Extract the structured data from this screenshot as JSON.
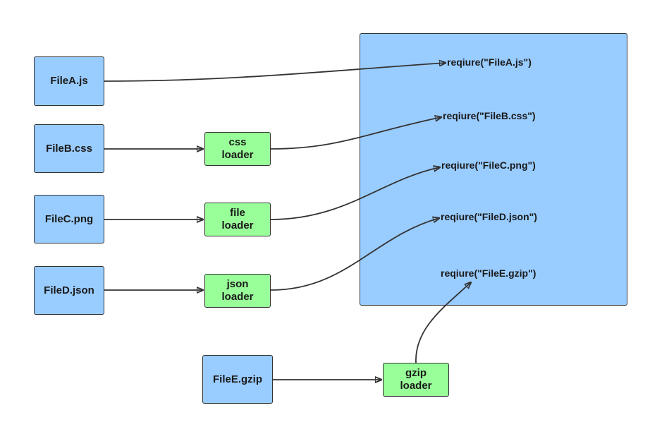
{
  "files": [
    {
      "id": "a",
      "label": "FileA.js"
    },
    {
      "id": "b",
      "label": "FileB.css"
    },
    {
      "id": "c",
      "label": "FileC.png"
    },
    {
      "id": "d",
      "label": "FileD.json"
    },
    {
      "id": "e",
      "label": "FileE.gzip"
    }
  ],
  "loaders": [
    {
      "id": "css",
      "line1": "css",
      "line2": "loader"
    },
    {
      "id": "file",
      "line1": "file",
      "line2": "loader"
    },
    {
      "id": "json",
      "line1": "json",
      "line2": "loader"
    },
    {
      "id": "gzip",
      "line1": "gzip",
      "line2": "loader"
    }
  ],
  "bundle": {
    "requires": [
      "reqiure(\"FileA.js\")",
      "reqiure(\"FileB.css\")",
      "reqiure(\"FileC.png\")",
      "reqiure(\"FileD.json\")",
      "reqiure(\"FileE.gzip\")"
    ]
  },
  "colors": {
    "file_fill": "#99ccff",
    "loader_fill": "#99ff99",
    "bundle_fill": "#99ccff",
    "stroke": "#333333"
  }
}
